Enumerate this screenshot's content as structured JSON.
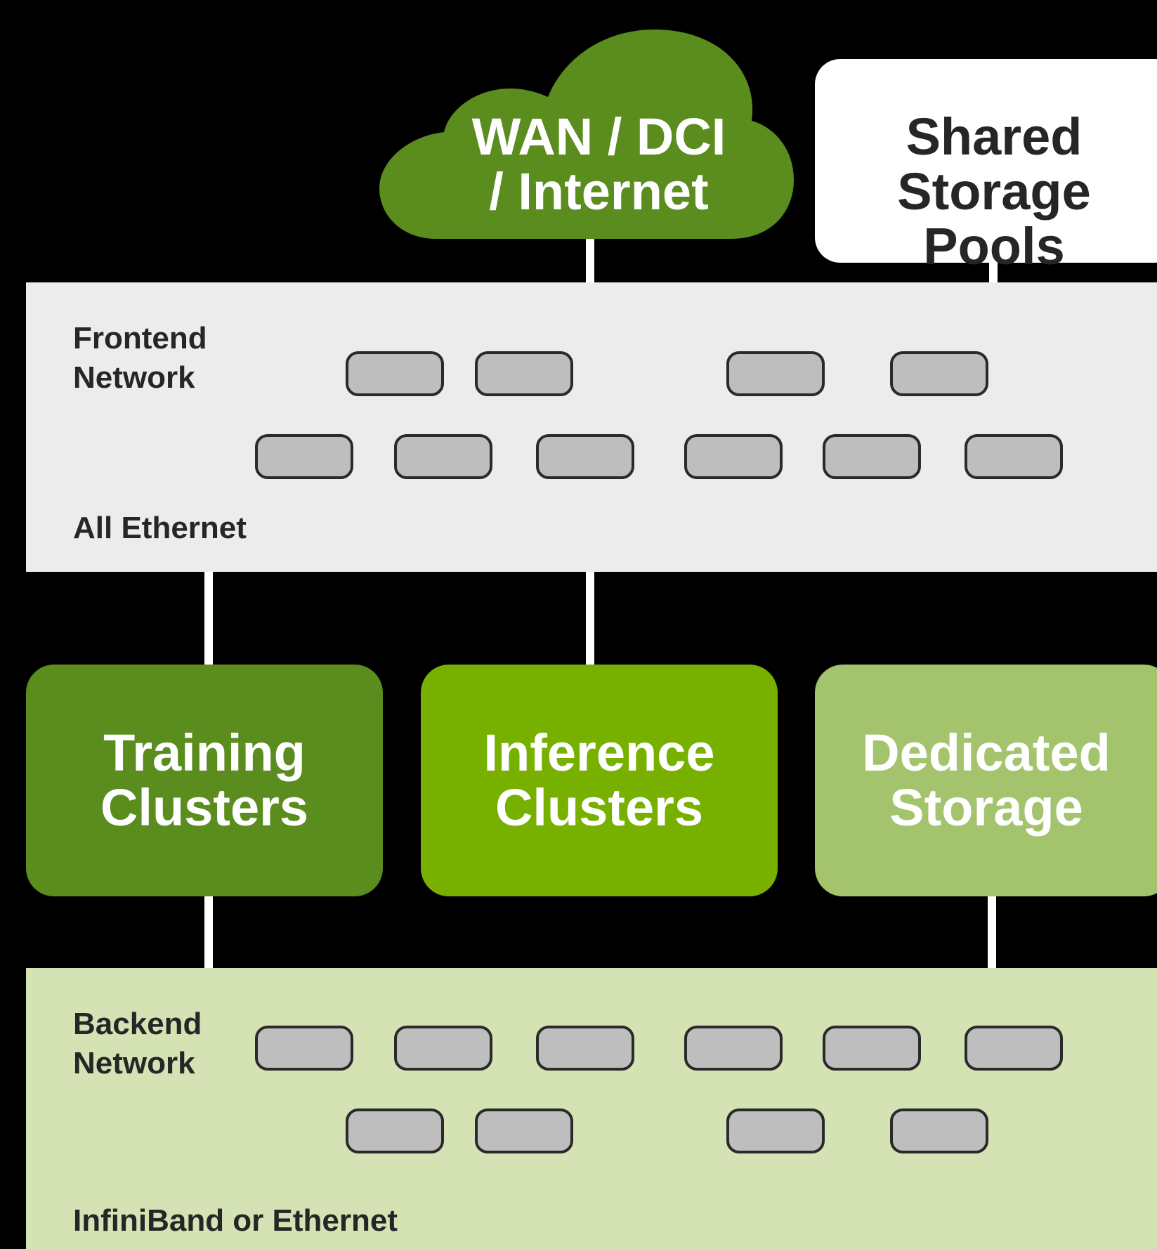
{
  "top": {
    "cloud_label_line1": "WAN / DCI",
    "cloud_label_line2": "/ Internet",
    "storage_label_line1": "Shared",
    "storage_label_line2": "Storage Pools"
  },
  "frontend": {
    "title_line1": "Frontend",
    "title_line2": "Network",
    "subtitle": "All Ethernet"
  },
  "clusters": {
    "training_line1": "Training",
    "training_line2": "Clusters",
    "inference_line1": "Inference",
    "inference_line2": "Clusters",
    "storage_line1": "Dedicated",
    "storage_line2": "Storage"
  },
  "backend": {
    "title_line1": "Backend",
    "title_line2": "Network",
    "subtitle": "InfiniBand or Ethernet"
  },
  "colors": {
    "background": "#000000",
    "cloud": "#5a8c1e",
    "training": "#5a8c1e",
    "inference": "#78b000",
    "dedicated_storage": "#a3c46c",
    "frontend_panel": "#ececec",
    "backend_panel": "#d4e2b4",
    "switch": "#bebebe"
  }
}
